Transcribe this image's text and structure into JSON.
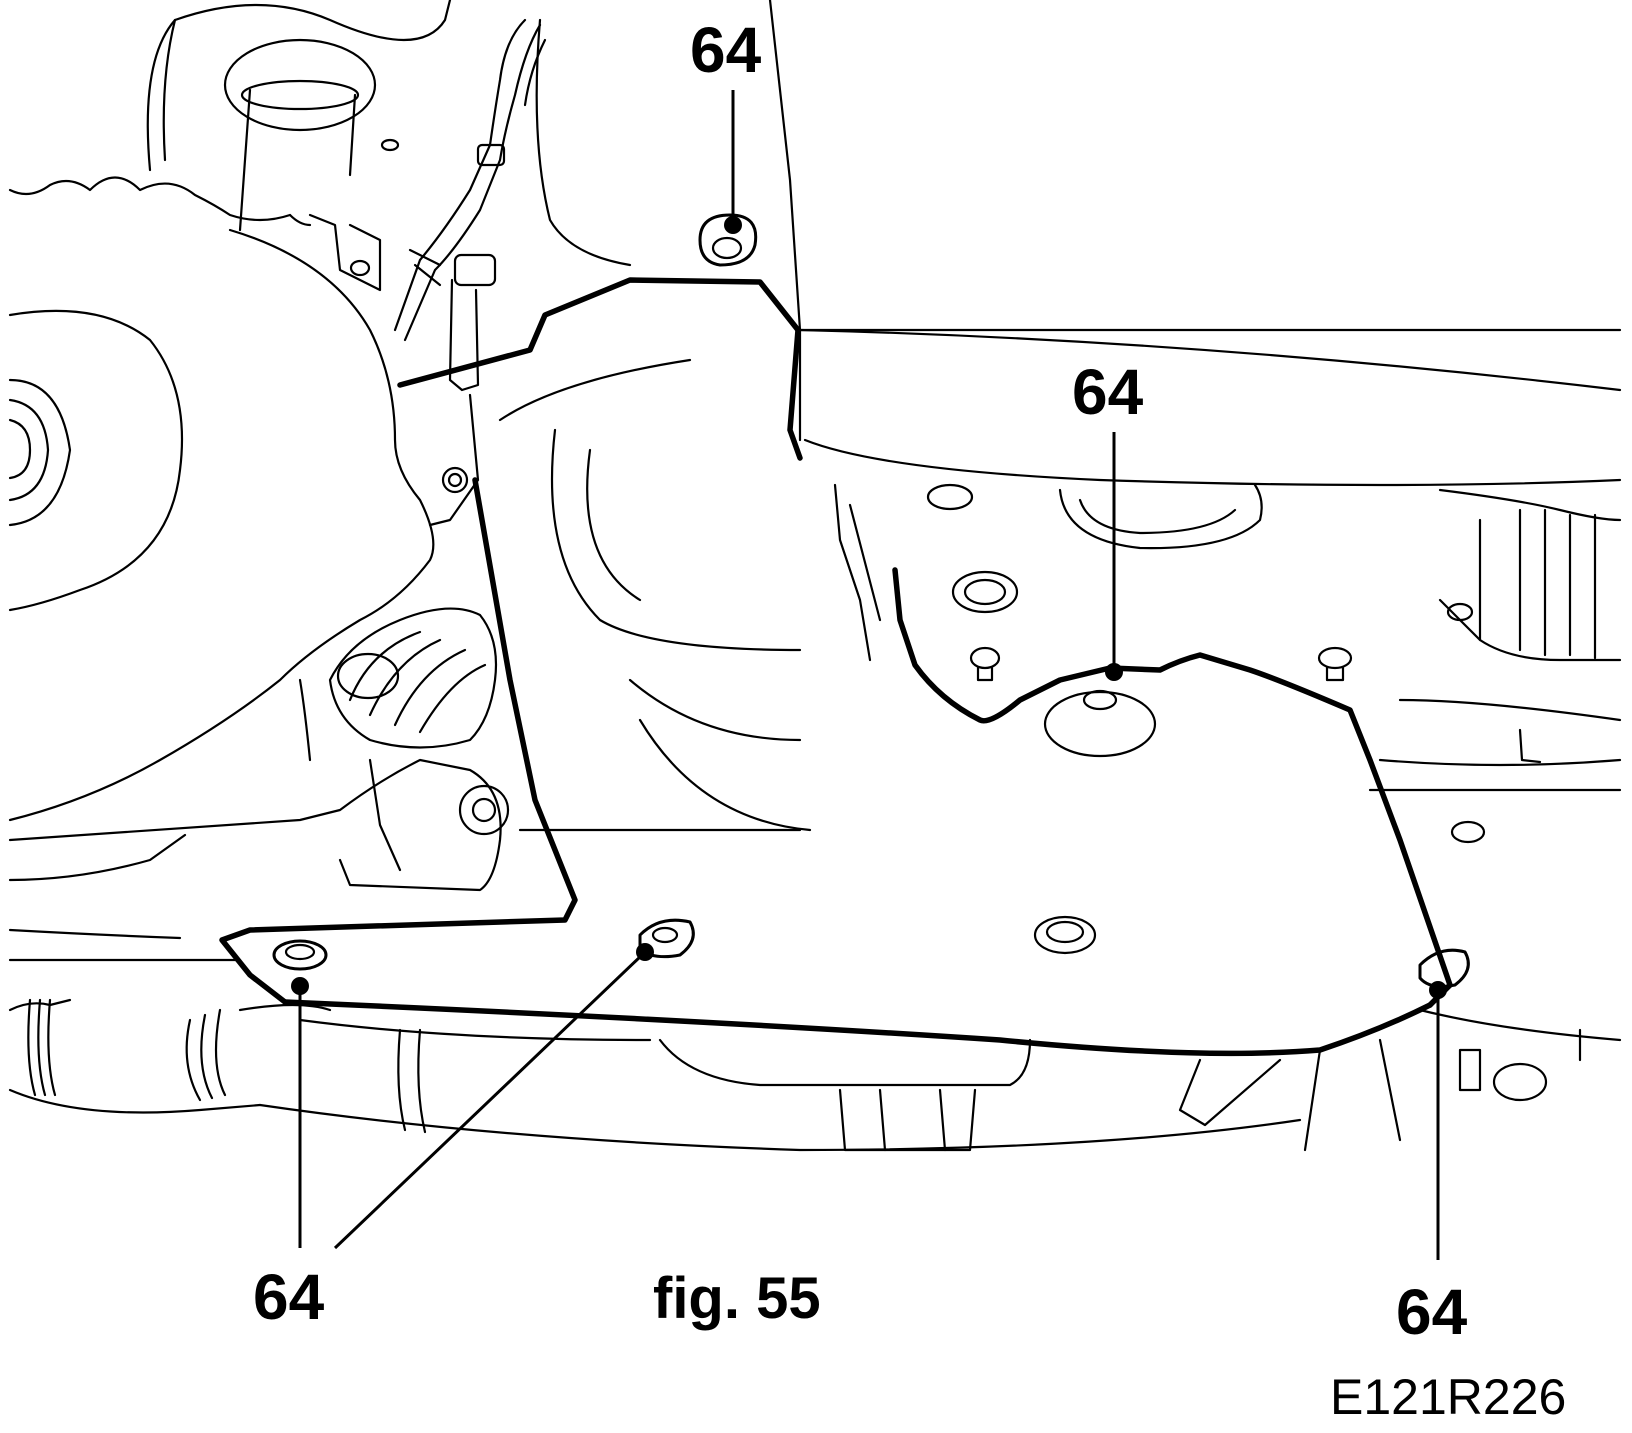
{
  "figure": {
    "caption": "fig. 55",
    "code": "E121R226"
  },
  "callouts": {
    "top": "64",
    "center": "64",
    "bottom_left_a": "64",
    "bottom_right": "64"
  },
  "icons": {
    "left_suspension": "strut-and-wheel-hub-drawing",
    "undertray": "underbody-shield-panel-outline",
    "fastener": "screw-fastener-point"
  }
}
